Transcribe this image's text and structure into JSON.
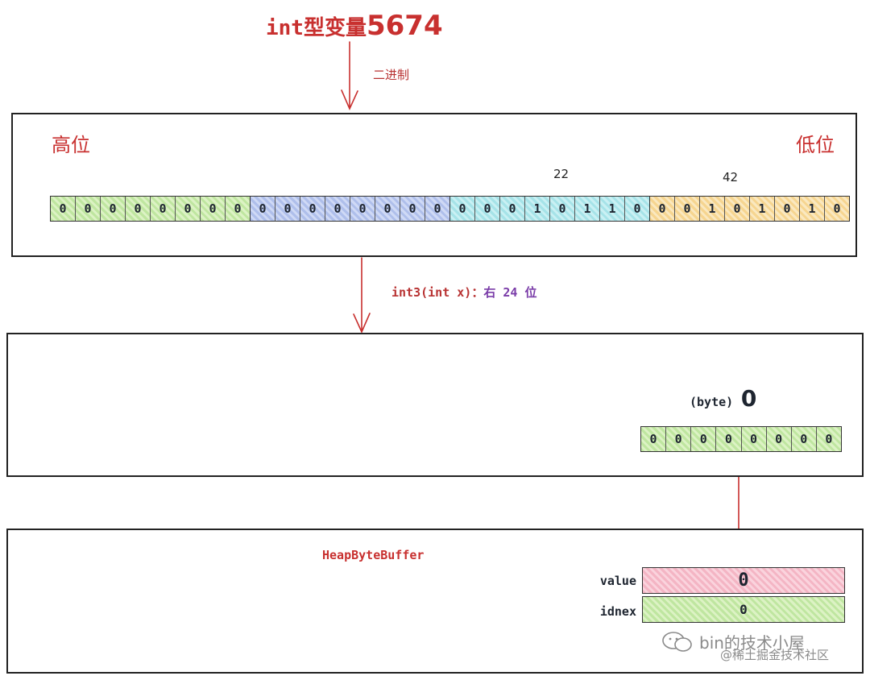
{
  "title": {
    "prefix": "int型变量",
    "number": "5674"
  },
  "binary_label": "二进制",
  "panel1": {
    "high_label": "高位",
    "low_label": "低位",
    "byte3_label": "22",
    "byte4_label": "42",
    "bytes": [
      {
        "color": "#bfe6a0",
        "bits": [
          "0",
          "0",
          "0",
          "0",
          "0",
          "0",
          "0",
          "0"
        ]
      },
      {
        "color": "#afbfeb",
        "bits": [
          "0",
          "0",
          "0",
          "0",
          "0",
          "0",
          "0",
          "0"
        ]
      },
      {
        "color": "#a6e3e8",
        "bits": [
          "0",
          "0",
          "0",
          "1",
          "0",
          "1",
          "1",
          "0"
        ]
      },
      {
        "color": "#f6d590",
        "bits": [
          "0",
          "0",
          "1",
          "0",
          "1",
          "0",
          "1",
          "0"
        ]
      }
    ]
  },
  "shift": {
    "call": "int3(int x)：",
    "desc": "右 24 位"
  },
  "panel2": {
    "cast_label": "(byte)",
    "cast_value": "0",
    "bits": [
      "0",
      "0",
      "0",
      "0",
      "0",
      "0",
      "0",
      "0"
    ]
  },
  "panel3": {
    "class_name": "HeapByteBuffer",
    "value_label": "value",
    "value": "0",
    "index_label": "idnex",
    "index": "0"
  },
  "watermark": {
    "line1": "bin的技术小屋",
    "line2": "@稀土掘金技术社区"
  },
  "colors": {
    "accent_red": "#c8302f",
    "purple": "#7a3ca8",
    "stroke": "#222222"
  }
}
